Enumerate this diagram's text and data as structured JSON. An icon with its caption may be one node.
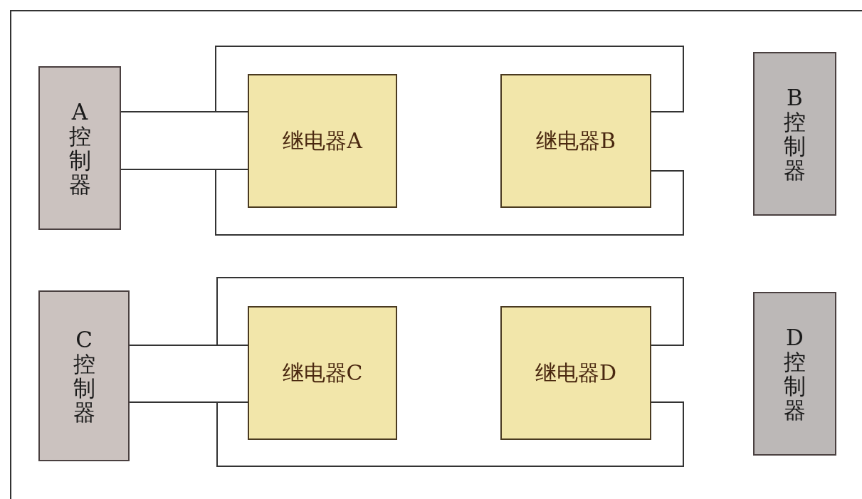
{
  "diagram": {
    "nodes": [
      {
        "text": [
          "A控制器"
        ]
      },
      {
        "text": [
          "继电器A"
        ]
      },
      {
        "text": [
          "继电器B"
        ]
      },
      {
        "text": [
          "B控制器"
        ]
      },
      {
        "text": [
          "C控制器"
        ]
      },
      {
        "text": [
          "继电器C"
        ]
      },
      {
        "text": [
          "继电器D"
        ]
      },
      {
        "text": [
          "D控制器"
        ]
      }
    ],
    "edges": [
      {
        "from": 0,
        "to": 1,
        "arrow": "none"
      },
      {
        "from": 0,
        "to": 1,
        "arrow": "none"
      },
      {
        "from": 0,
        "to": 2,
        "arrow": "none"
      },
      {
        "from": 0,
        "to": 2,
        "arrow": "none"
      },
      {
        "from": 4,
        "to": 5,
        "arrow": "none"
      },
      {
        "from": 4,
        "to": 5,
        "arrow": "none"
      },
      {
        "from": 4,
        "to": 6,
        "arrow": "none"
      },
      {
        "from": 4,
        "to": 6,
        "arrow": "none"
      }
    ]
  }
}
